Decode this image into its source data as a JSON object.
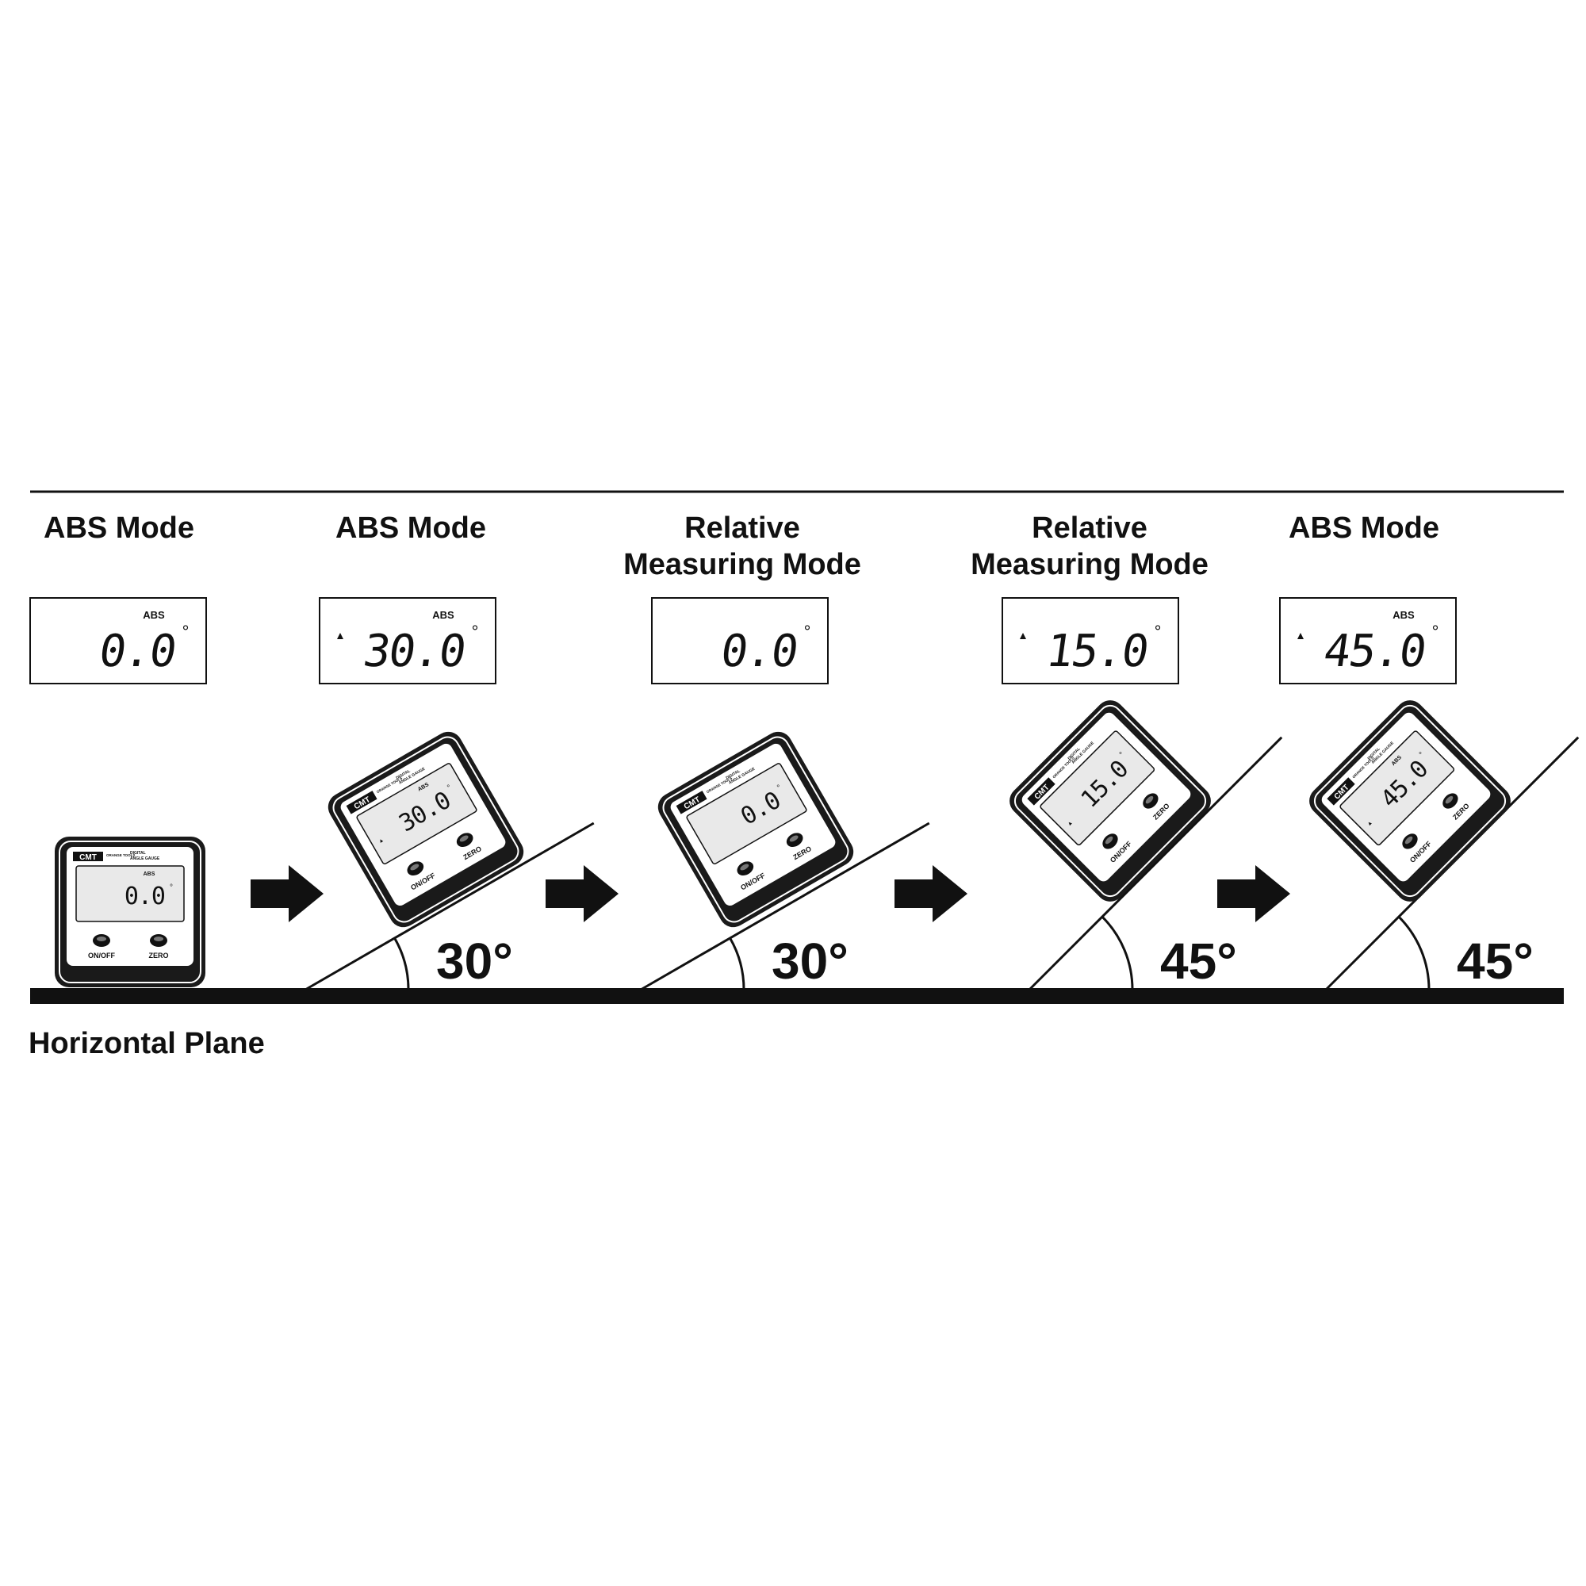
{
  "colors": {
    "ink": "#111111",
    "paper": "#ffffff",
    "case": "#1a1a1a"
  },
  "horizontal_plane_label": "Horizontal Plane",
  "steps": [
    {
      "mode_lines": [
        "ABS Mode"
      ],
      "display": {
        "abs_tag": "ABS",
        "reading": "0.0",
        "degree_mark": "°",
        "show_arrow_indicator": false
      },
      "device": {
        "tilt_deg": 0,
        "reading": "0.0",
        "abs_tag": "ABS",
        "show_arrow_indicator": false
      },
      "angle_label": ""
    },
    {
      "mode_lines": [
        "ABS Mode"
      ],
      "display": {
        "abs_tag": "ABS",
        "reading": "30.0",
        "degree_mark": "°",
        "show_arrow_indicator": true
      },
      "device": {
        "tilt_deg": -30,
        "reading": "30.0",
        "abs_tag": "ABS",
        "show_arrow_indicator": true
      },
      "angle_label": "30°"
    },
    {
      "mode_lines": [
        "Relative",
        "Measuring Mode"
      ],
      "display": {
        "abs_tag": "",
        "reading": "0.0",
        "degree_mark": "°",
        "show_arrow_indicator": false
      },
      "device": {
        "tilt_deg": -30,
        "reading": "0.0",
        "abs_tag": "",
        "show_arrow_indicator": false
      },
      "angle_label": "30°"
    },
    {
      "mode_lines": [
        "Relative",
        "Measuring Mode"
      ],
      "display": {
        "abs_tag": "",
        "reading": "15.0",
        "degree_mark": "°",
        "show_arrow_indicator": true
      },
      "device": {
        "tilt_deg": -45,
        "reading": "15.0",
        "abs_tag": "",
        "show_arrow_indicator": true
      },
      "angle_label": "45°"
    },
    {
      "mode_lines": [
        "ABS Mode"
      ],
      "display": {
        "abs_tag": "ABS",
        "reading": "45.0",
        "degree_mark": "°",
        "show_arrow_indicator": true
      },
      "device": {
        "tilt_deg": -45,
        "reading": "45.0",
        "abs_tag": "ABS",
        "show_arrow_indicator": true
      },
      "angle_label": "45°"
    }
  ],
  "device_text": {
    "brand": "CMT",
    "brand_sub": "ORANGE TOOLS",
    "product_line1": "DIGITAL",
    "product_line2": "ANGLE GAUGE",
    "on_off_label": "ON/OFF",
    "zero_label": "ZERO"
  }
}
